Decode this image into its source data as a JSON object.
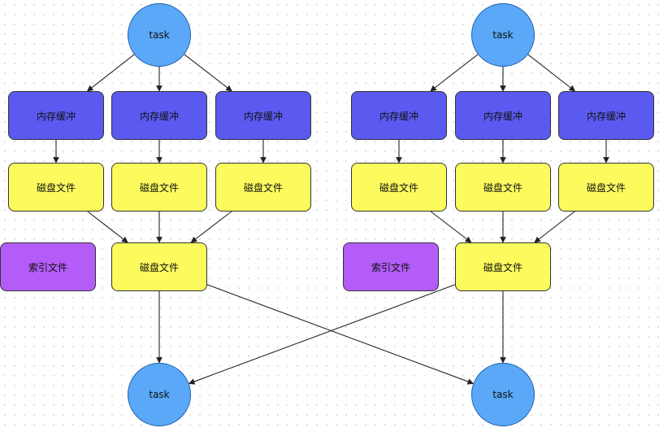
{
  "colors": {
    "task_fill": "#5aa8f7",
    "task_border": "#1f5fa8",
    "memory_fill": "#5a5af0",
    "disk_fill": "#fbfb5e",
    "index_fill": "#b35cf7",
    "edge": "#222222"
  },
  "left": {
    "task_top": "task",
    "buffers": [
      "内存缓冲",
      "内存缓冲",
      "内存缓冲"
    ],
    "disk_files": [
      "磁盘文件",
      "磁盘文件",
      "磁盘文件"
    ],
    "index_file": "索引文件",
    "merged_disk_file": "磁盘文件",
    "task_bottom": "task"
  },
  "right": {
    "task_top": "task",
    "buffers": [
      "内存缓冲",
      "内存缓冲",
      "内存缓冲"
    ],
    "disk_files": [
      "磁盘文件",
      "磁盘文件",
      "磁盘文件"
    ],
    "index_file": "索引文件",
    "merged_disk_file": "磁盘文件",
    "task_bottom": "task"
  },
  "edges": [
    [
      "t-top-l",
      "m-l1"
    ],
    [
      "t-top-l",
      "m-l2"
    ],
    [
      "t-top-l",
      "m-l3"
    ],
    [
      "t-top-r",
      "m-r1"
    ],
    [
      "t-top-r",
      "m-r2"
    ],
    [
      "t-top-r",
      "m-r3"
    ],
    [
      "m-l1",
      "d-l1"
    ],
    [
      "m-l2",
      "d-l2"
    ],
    [
      "m-l3",
      "d-l3"
    ],
    [
      "m-r1",
      "d-r1"
    ],
    [
      "m-r2",
      "d-r2"
    ],
    [
      "m-r3",
      "d-r3"
    ],
    [
      "d-l1",
      "dm-l"
    ],
    [
      "d-l2",
      "dm-l"
    ],
    [
      "d-l3",
      "dm-l"
    ],
    [
      "d-r1",
      "dm-r"
    ],
    [
      "d-r2",
      "dm-r"
    ],
    [
      "d-r3",
      "dm-r"
    ],
    [
      "dm-l",
      "t-bot-l"
    ],
    [
      "dm-l",
      "t-bot-r"
    ],
    [
      "dm-r",
      "t-bot-l"
    ],
    [
      "dm-r",
      "t-bot-r"
    ]
  ]
}
